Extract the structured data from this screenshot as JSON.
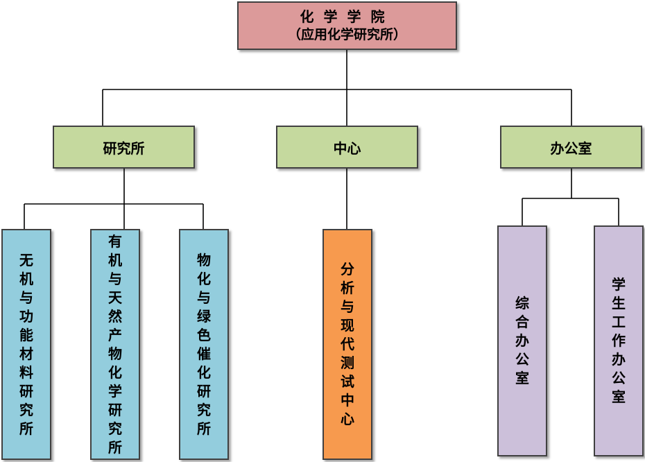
{
  "root": {
    "line1": "化学学院",
    "line2": "（应用化学研究所）"
  },
  "level2": {
    "institutes": "研究所",
    "center": "中心",
    "office": "办公室"
  },
  "level3": {
    "inorganic": "无机与功能材料研究所",
    "organic": "有机与天然产物化学研究所",
    "physchem": "物化与绿色催化研究所",
    "analysis": "分析与现代测试中心",
    "general_office": "综合办公室",
    "student_office": "学生工作办公室"
  },
  "colors": {
    "root": "#dc9a9a",
    "level2": "#c5d99e",
    "institutes": "#93cddd",
    "center": "#f79a4e",
    "offices": "#ccc0da"
  }
}
